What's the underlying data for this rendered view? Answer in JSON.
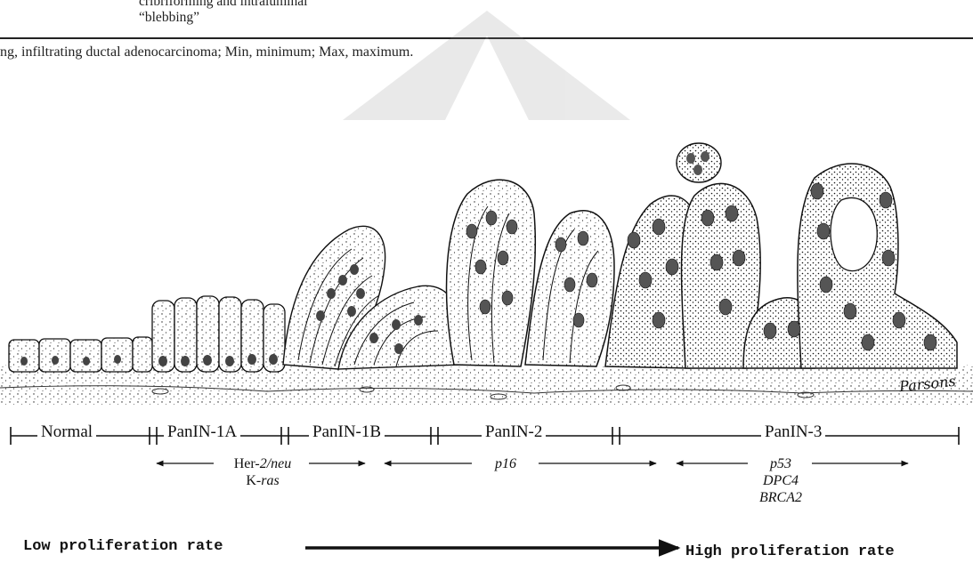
{
  "table_tail": {
    "line1": "cribriforming and intraluminal",
    "line2": "“blebbing”",
    "footnote": "ng, infiltrating ductal adenocarcinoma; Min, minimum; Max, maximum."
  },
  "signature": "Parsons",
  "stages": [
    "Normal",
    "PanIN-1A",
    "PanIN-1B",
    "PanIN-2",
    "PanIN-3"
  ],
  "genes": {
    "her2_prefix": "Her-",
    "her2_italic": "2/neu",
    "kras_prefix": "K-",
    "kras_italic": "ras",
    "p16": "p16",
    "p53": "p53",
    "dpc4": "DPC4",
    "brca2": "BRCA2"
  },
  "proliferation": {
    "low": "Low proliferation rate",
    "high": "High proliferation rate"
  }
}
